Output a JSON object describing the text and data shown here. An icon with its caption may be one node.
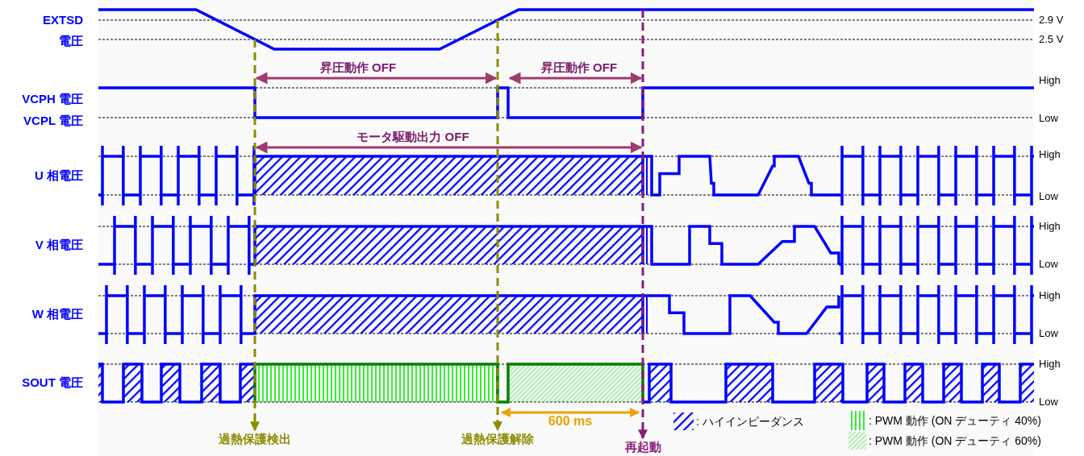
{
  "diagram": {
    "nodes": [
      {
        "text": [
          "過熱保護検出"
        ]
      },
      {
        "text": [
          "過熱保護解除"
        ]
      },
      {
        "text": [
          "再起動"
        ]
      }
    ],
    "edges": [
      {
        "from": null,
        "to": 0,
        "arrow": "to",
        "style": "dashed",
        "color": "#8b8b00"
      },
      {
        "from": null,
        "to": 1,
        "arrow": "to",
        "style": "dashed",
        "color": "#8b8b00"
      },
      {
        "from": null,
        "to": 2,
        "arrow": "to",
        "style": "dashed",
        "color": "#8b1a7a"
      },
      {
        "from": 1,
        "to": 2,
        "arrow": "both",
        "label": "600 ms",
        "color": "#f0a000"
      }
    ],
    "labels": [
      "EXTSD 電圧",
      "2.9 V",
      "2.5 V",
      "昇圧動作 OFF",
      "昇圧動作 OFF",
      "VCPH 電圧",
      "High",
      "VCPL 電圧",
      "Low",
      "モータ駆動出力 OFF",
      "U 相電圧",
      "High",
      "Low",
      "V 相電圧",
      "High",
      "Low",
      "W 相電圧",
      "High",
      "Low",
      "SOUT 電圧",
      "High",
      "Low"
    ],
    "legend": [
      {
        "text": ": ハイインピーダンス"
      },
      {
        "text": ": PWM 動作 (ON デューティ 40%)"
      },
      {
        "text": ": PWM 動作 (ON デューティ 60%)"
      }
    ]
  }
}
